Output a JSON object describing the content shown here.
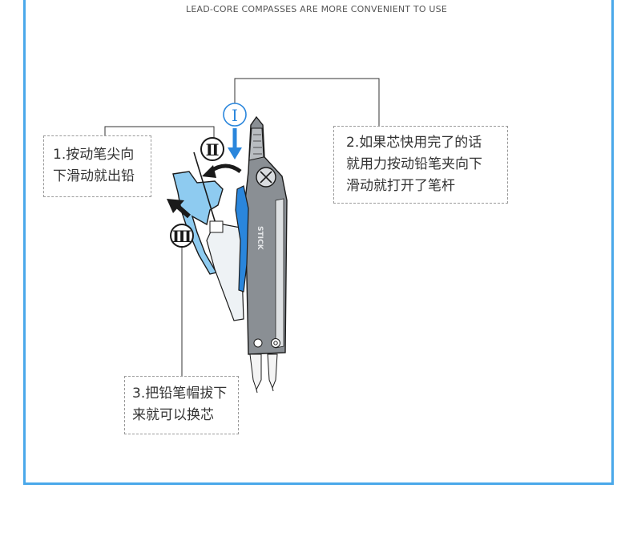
{
  "header": {
    "title": "LEAD-CORE COMPASSES ARE MORE CONVENIENT TO USE"
  },
  "callouts": [
    {
      "id": "step1",
      "lines": [
        "1.按动笔尖向",
        "下滑动就出铅"
      ]
    },
    {
      "id": "step2",
      "lines": [
        "2.如果芯快用完了的话",
        "就用力按动铅笔夹向下",
        "滑动就打开了笔杆"
      ]
    },
    {
      "id": "step3",
      "lines": [
        "3.把铅笔帽拔下",
        "来就可以换芯"
      ]
    }
  ],
  "markers": {
    "step1": "Ⅰ",
    "step2": "Ⅱ",
    "step3": "Ⅲ"
  },
  "compass": {
    "brand_text": "STICK"
  },
  "colors": {
    "frame": "#4aa8ea",
    "accent_blue": "#2a86dc",
    "light_blue": "#8ecbf0",
    "body_gray": "#8a8f94"
  }
}
